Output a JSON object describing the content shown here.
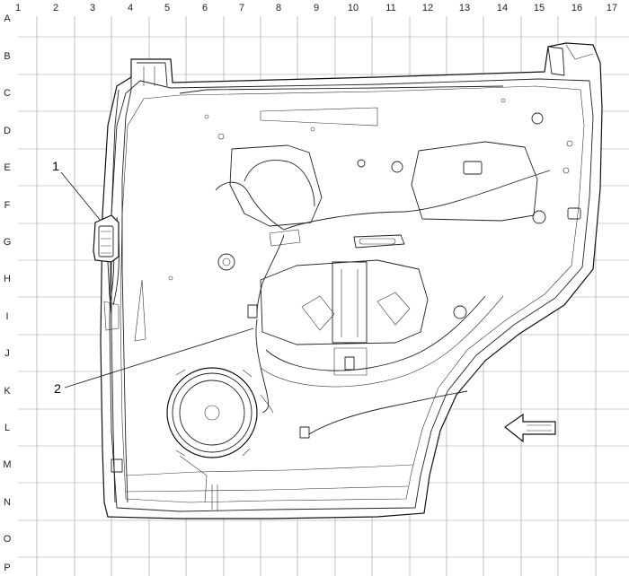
{
  "grid": {
    "columns": [
      "1",
      "2",
      "3",
      "4",
      "5",
      "6",
      "7",
      "8",
      "9",
      "10",
      "11",
      "12",
      "13",
      "14",
      "15",
      "16",
      "17"
    ],
    "rows": [
      "A",
      "B",
      "C",
      "D",
      "E",
      "F",
      "G",
      "H",
      "I",
      "J",
      "K",
      "L",
      "M",
      "N",
      "O",
      "P"
    ]
  },
  "callouts": [
    {
      "id": "1",
      "text": "1"
    },
    {
      "id": "2",
      "text": "2"
    }
  ],
  "icons": {
    "direction_arrow": "arrow-left-icon"
  }
}
